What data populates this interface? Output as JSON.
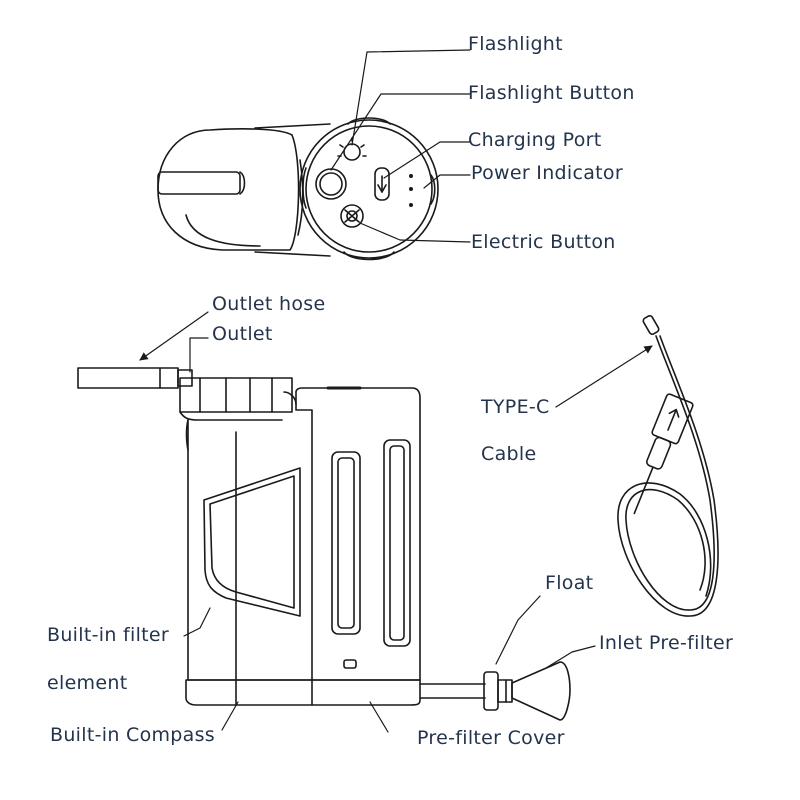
{
  "top_labels": {
    "flashlight": "Flashlight",
    "flashlight_button": "Flashlight Button",
    "charging_port": "Charging Port",
    "power_indicator": "Power Indicator",
    "electric_button": "Electric Button"
  },
  "side_labels": {
    "outlet_hose": "Outlet hose",
    "outlet": "Outlet",
    "type_c": "TYPE-C",
    "cable": "Cable",
    "float": "Float",
    "inlet_prefilter": "Inlet Pre-filter",
    "builtin_filter": "Built-in filter",
    "element": "element",
    "builtin_compass": "Built-in Compass",
    "prefilter_cover": "Pre-filter Cover"
  },
  "colors": {
    "line": "#1a1a1a",
    "text": "#24344d",
    "background": "#ffffff"
  }
}
